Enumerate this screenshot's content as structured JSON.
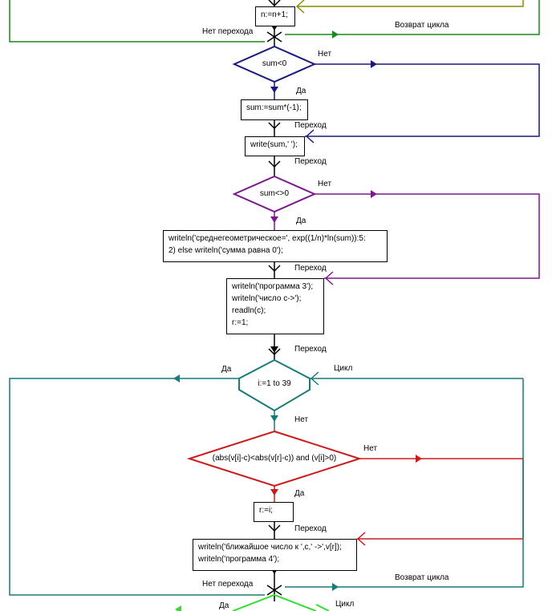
{
  "boxes": {
    "inc": [
      "n:=n+1;"
    ],
    "negate": [
      "sum:=sum*(-1);"
    ],
    "write_sum": [
      "write(sum,' ');"
    ],
    "geom": [
      "writeln('среднегеометрическое=', exp((1/n)*ln(sum)):5:",
      "2) else writeln('сумма равна 0');"
    ],
    "prog3": [
      "writeln('программа 3');",
      "writeln('число с->');",
      "readln(c);",
      "r:=1;"
    ],
    "assign_r": [
      "r:=i;"
    ],
    "closest": [
      "writeln('ближайшое число к ',c,' ->',v[r]);",
      "writeln('программа 4');"
    ]
  },
  "decisions": {
    "sum_neg": "sum<0",
    "sum_ne0": "sum<>0",
    "for_loop": "i:=1 to 39",
    "cond": "(abs(v[i]-c)<abs(v[r]-c)) and (v[i]>0)"
  },
  "labels": {
    "no_transition": "Нет перехода",
    "loop_return": "Возврат цикла",
    "no": "Нет",
    "yes": "Да",
    "transition": "Переход",
    "loop": "Цикл"
  },
  "colors": {
    "olive": "#8a8a00",
    "green": "#1a8a1a",
    "navy": "#1a1a7a",
    "purple": "#7a1a8a",
    "teal": "#1a7a7a",
    "red": "#cc1a1a",
    "lime": "#33dd33",
    "black": "#000000"
  }
}
